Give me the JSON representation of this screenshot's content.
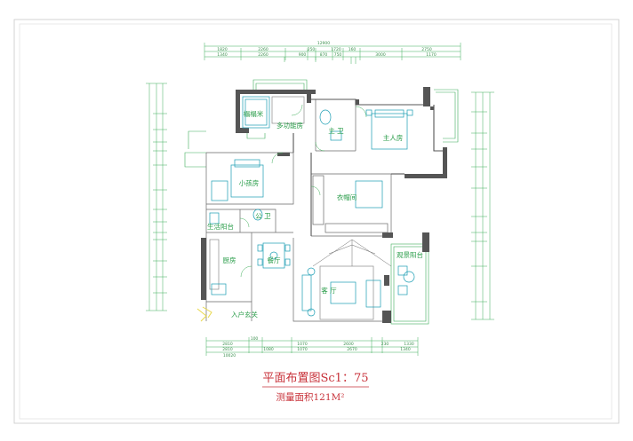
{
  "rooms": {
    "study": "榻榻米",
    "multi": "多功能房",
    "bath_main": "主 卫",
    "master": "主人房",
    "small": "小孩房",
    "closet": "衣帽间",
    "bath2": "公 卫",
    "service_balcony": "生活阳台",
    "kitchen": "厨房",
    "dining": "餐厅",
    "living": "客 厅",
    "view_balcony": "观景阳台",
    "entrance": "入户玄关"
  },
  "dimensions": {
    "top_total": "12900",
    "top_row1": [
      "1820",
      "2260",
      "250",
      "1720",
      "160",
      "2750"
    ],
    "top_row2": [
      "1340",
      "2260",
      "900",
      "870",
      "750",
      "3000",
      "1170"
    ],
    "bottom_row1": [
      "2810",
      "100",
      "1070",
      "2600",
      "230",
      "1330"
    ],
    "bottom_row2": [
      "2810",
      "1080",
      "1070",
      "2670",
      "1340"
    ],
    "bottom_total": "10020"
  },
  "title": {
    "main": "平面布置图Sc1：75",
    "sub": "测量面积121M²"
  },
  "colors": {
    "wall": "#555555",
    "line": "#3fae5a",
    "dim": "#3b8f4e",
    "furniture": "#1a9db3",
    "title": "#c8323a",
    "yellow": "#e8d84a"
  }
}
